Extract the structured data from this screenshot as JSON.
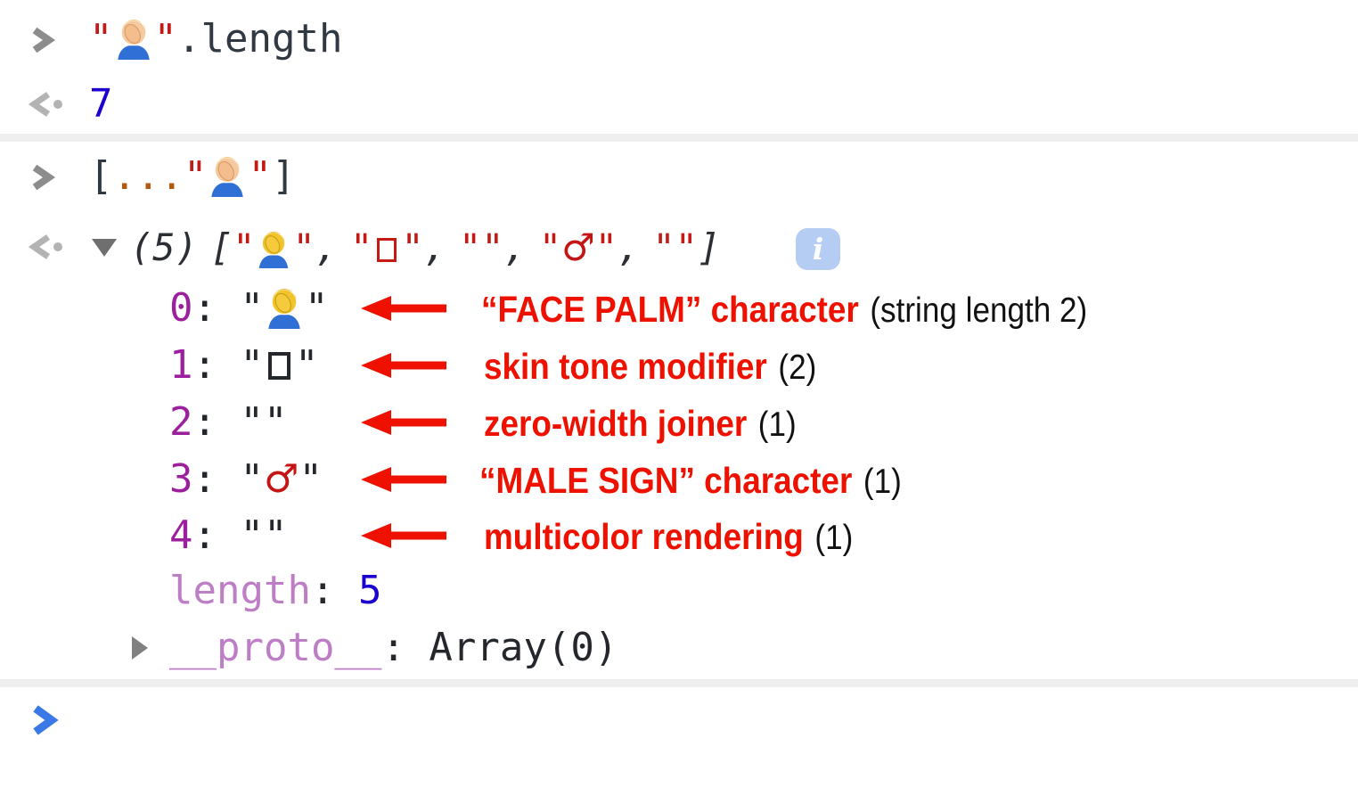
{
  "colors": {
    "string_red": "#c41a16",
    "number_blue": "#1c00cf",
    "index_purple": "#9c1f9e",
    "faded_property_purple": "#bd7ec6",
    "annotation_red": "#ee1100",
    "console_text": "#303942",
    "prompt_blue": "#3b78e7",
    "spread_operator_brown": "#b4590c",
    "info_icon_bg": "#b6cdf3",
    "separator_gray": "#efefef",
    "input_chevron_gray": "#8c8c8c",
    "result_arrow_gray": "#b3b3b3"
  },
  "punctuation": {
    "double_quote": "\"",
    "colon": ":",
    "comma": ",",
    "open_bracket": "[",
    "close_bracket": "]"
  },
  "entry_length": {
    "input": {
      "open_quote": "\"",
      "emoji_name": "man-facepalming-emoji",
      "close_quote": "\"",
      "member_access": ".length"
    },
    "result": "7"
  },
  "entry_spread": {
    "input": {
      "open_bracket": "[",
      "spread_operator": "...",
      "open_quote": "\"",
      "emoji_name": "man-facepalming-emoji",
      "close_quote": "\"",
      "close_bracket": "]"
    },
    "preview": {
      "count": "(5)",
      "open_bracket": "[",
      "comma": ",",
      "close_bracket": "]",
      "male_sign": "♂",
      "info_icon_glyph": "i"
    },
    "rows": [
      {
        "index": "0",
        "value_kind": "facepalm-emoji",
        "annotation_red": "“FACE PALM” character",
        "annotation_note": "(string length 2)"
      },
      {
        "index": "1",
        "value_kind": "skin-tone-modifier-box",
        "annotation_red": "skin tone modifier",
        "annotation_note": "(2)"
      },
      {
        "index": "2",
        "value_kind": "empty-string",
        "annotation_red": "zero-width joiner",
        "annotation_note": "(1)"
      },
      {
        "index": "3",
        "value_kind": "male-sign",
        "value_char": "♂",
        "annotation_red": "“MALE SIGN” character",
        "annotation_note": "(1)"
      },
      {
        "index": "4",
        "value_kind": "empty-string",
        "annotation_red": "multicolor rendering",
        "annotation_note": "(1)"
      }
    ],
    "length_property": {
      "key": "length",
      "value": "5"
    },
    "proto_property": {
      "key": "__proto__",
      "value": " Array(0)"
    }
  }
}
